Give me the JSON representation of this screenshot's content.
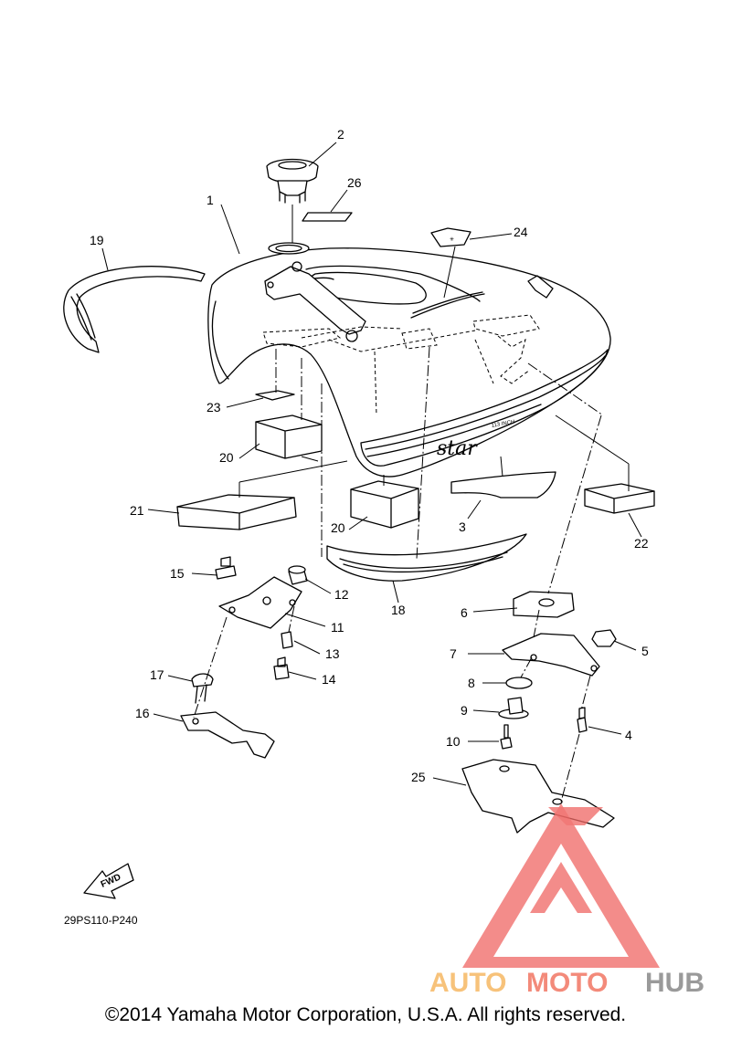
{
  "diagram_code": "29PS110-P240",
  "fwd_label": "FWD",
  "tank_text": {
    "model": "star",
    "badge": "113 INCH"
  },
  "watermark": {
    "part1": "AUTO",
    "part2": "MOTO",
    "part3": "HUB",
    "colors": {
      "auto": "#f7c27a",
      "moto": "#f38a7a",
      "hub": "#9a9a9a",
      "logo": "#f06a66"
    }
  },
  "copyright": "©2014 Yamaha Motor Corporation, U.S.A. All rights reserved.",
  "callouts": [
    "1",
    "2",
    "3",
    "4",
    "5",
    "6",
    "7",
    "8",
    "9",
    "10",
    "11",
    "12",
    "13",
    "14",
    "15",
    "16",
    "17",
    "18",
    "19",
    "20",
    "20",
    "21",
    "22",
    "23",
    "24",
    "25",
    "26"
  ]
}
